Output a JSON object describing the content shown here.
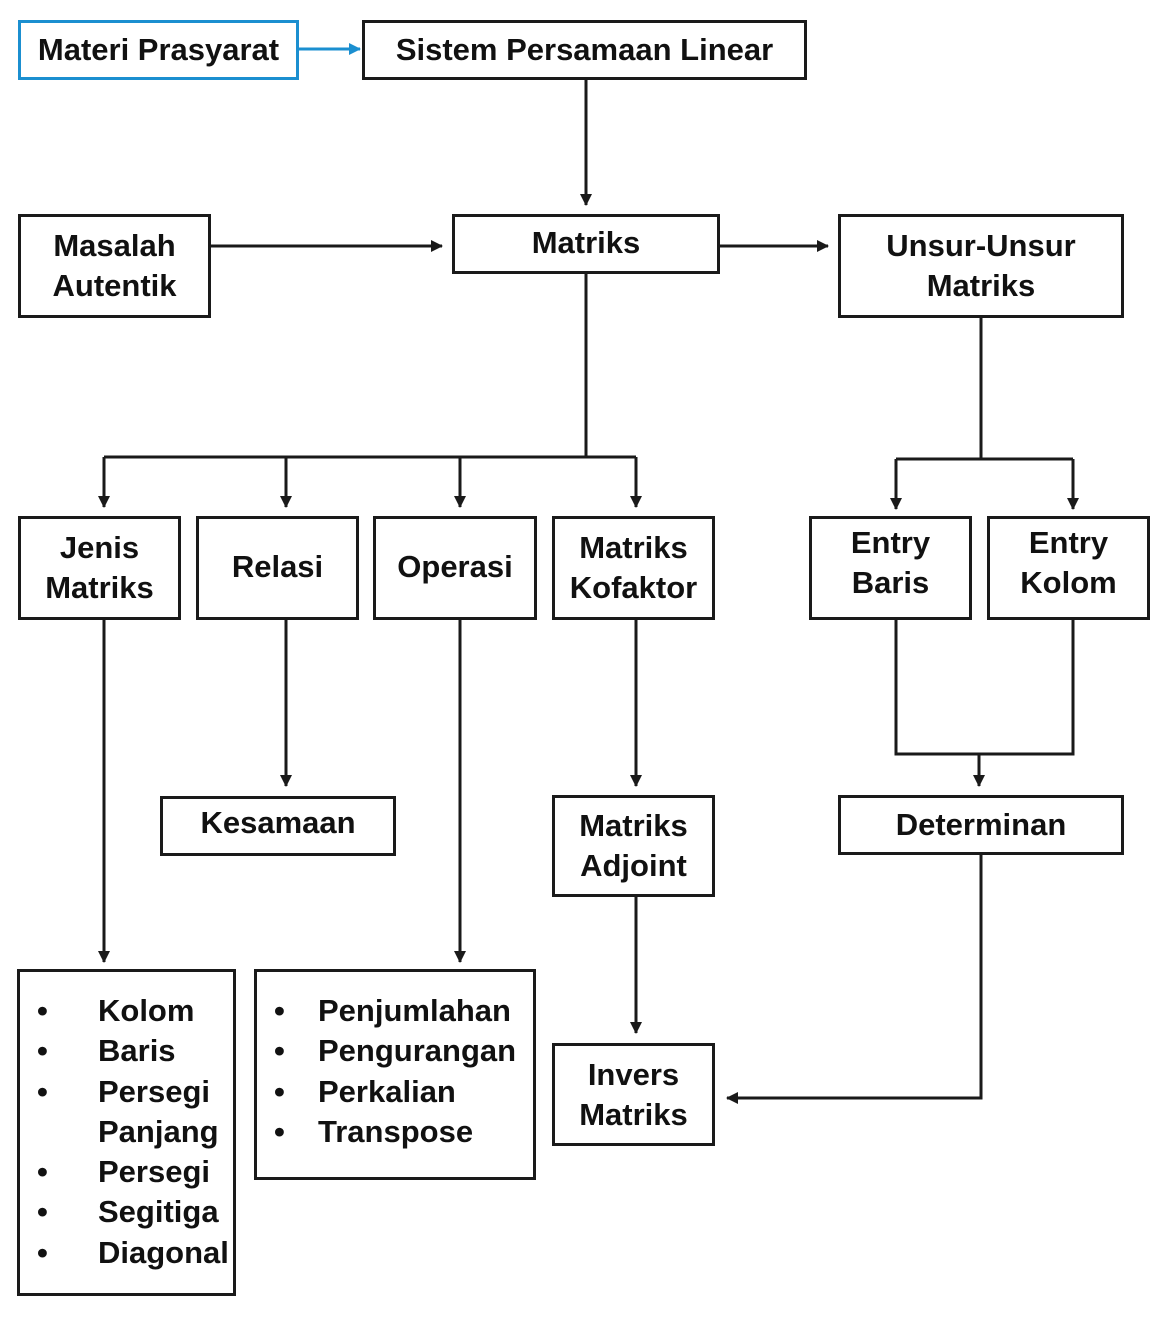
{
  "diagram": {
    "colors": {
      "stroke": "#1a1a1a",
      "accent": "#1b8fd0"
    },
    "nodes": {
      "materi_prasyarat": "Materi Prasyarat",
      "spl": "Sistem Persamaan Linear",
      "masalah_autentik": "Masalah\nAutentik",
      "matriks": "Matriks",
      "unsur_unsur": "Unsur-Unsur\nMatriks",
      "jenis_matriks": "Jenis\nMatriks",
      "relasi": "Relasi",
      "operasi": "Operasi",
      "matriks_kofaktor": "Matriks\nKofaktor",
      "entry_baris": "Entry\nBaris",
      "entry_kolom": "Entry\nKolom",
      "kesamaan": "Kesamaan",
      "matriks_adjoint": "Matriks\nAdjoint",
      "determinan": "Determinan",
      "invers_matriks": "Invers\nMatriks"
    },
    "jenis_list": [
      "Kolom",
      "Baris",
      "Persegi\nPanjang",
      "Persegi",
      "Segitiga",
      "Diagonal"
    ],
    "operasi_list": [
      "Penjumlahan",
      "Pengurangan",
      "Perkalian",
      "Transpose"
    ],
    "bullet": "•",
    "edges": [
      [
        "materi_prasyarat",
        "spl"
      ],
      [
        "spl",
        "matriks"
      ],
      [
        "masalah_autentik",
        "matriks"
      ],
      [
        "matriks",
        "unsur_unsur"
      ],
      [
        "matriks",
        "jenis_matriks"
      ],
      [
        "matriks",
        "relasi"
      ],
      [
        "matriks",
        "operasi"
      ],
      [
        "matriks",
        "matriks_kofaktor"
      ],
      [
        "unsur_unsur",
        "entry_baris"
      ],
      [
        "unsur_unsur",
        "entry_kolom"
      ],
      [
        "jenis_matriks",
        "jenis_list"
      ],
      [
        "relasi",
        "kesamaan"
      ],
      [
        "operasi",
        "operasi_list"
      ],
      [
        "matriks_kofaktor",
        "matriks_adjoint"
      ],
      [
        "matriks_adjoint",
        "invers_matriks"
      ],
      [
        "entry_baris",
        "determinan"
      ],
      [
        "entry_kolom",
        "determinan"
      ],
      [
        "determinan",
        "invers_matriks"
      ]
    ]
  }
}
